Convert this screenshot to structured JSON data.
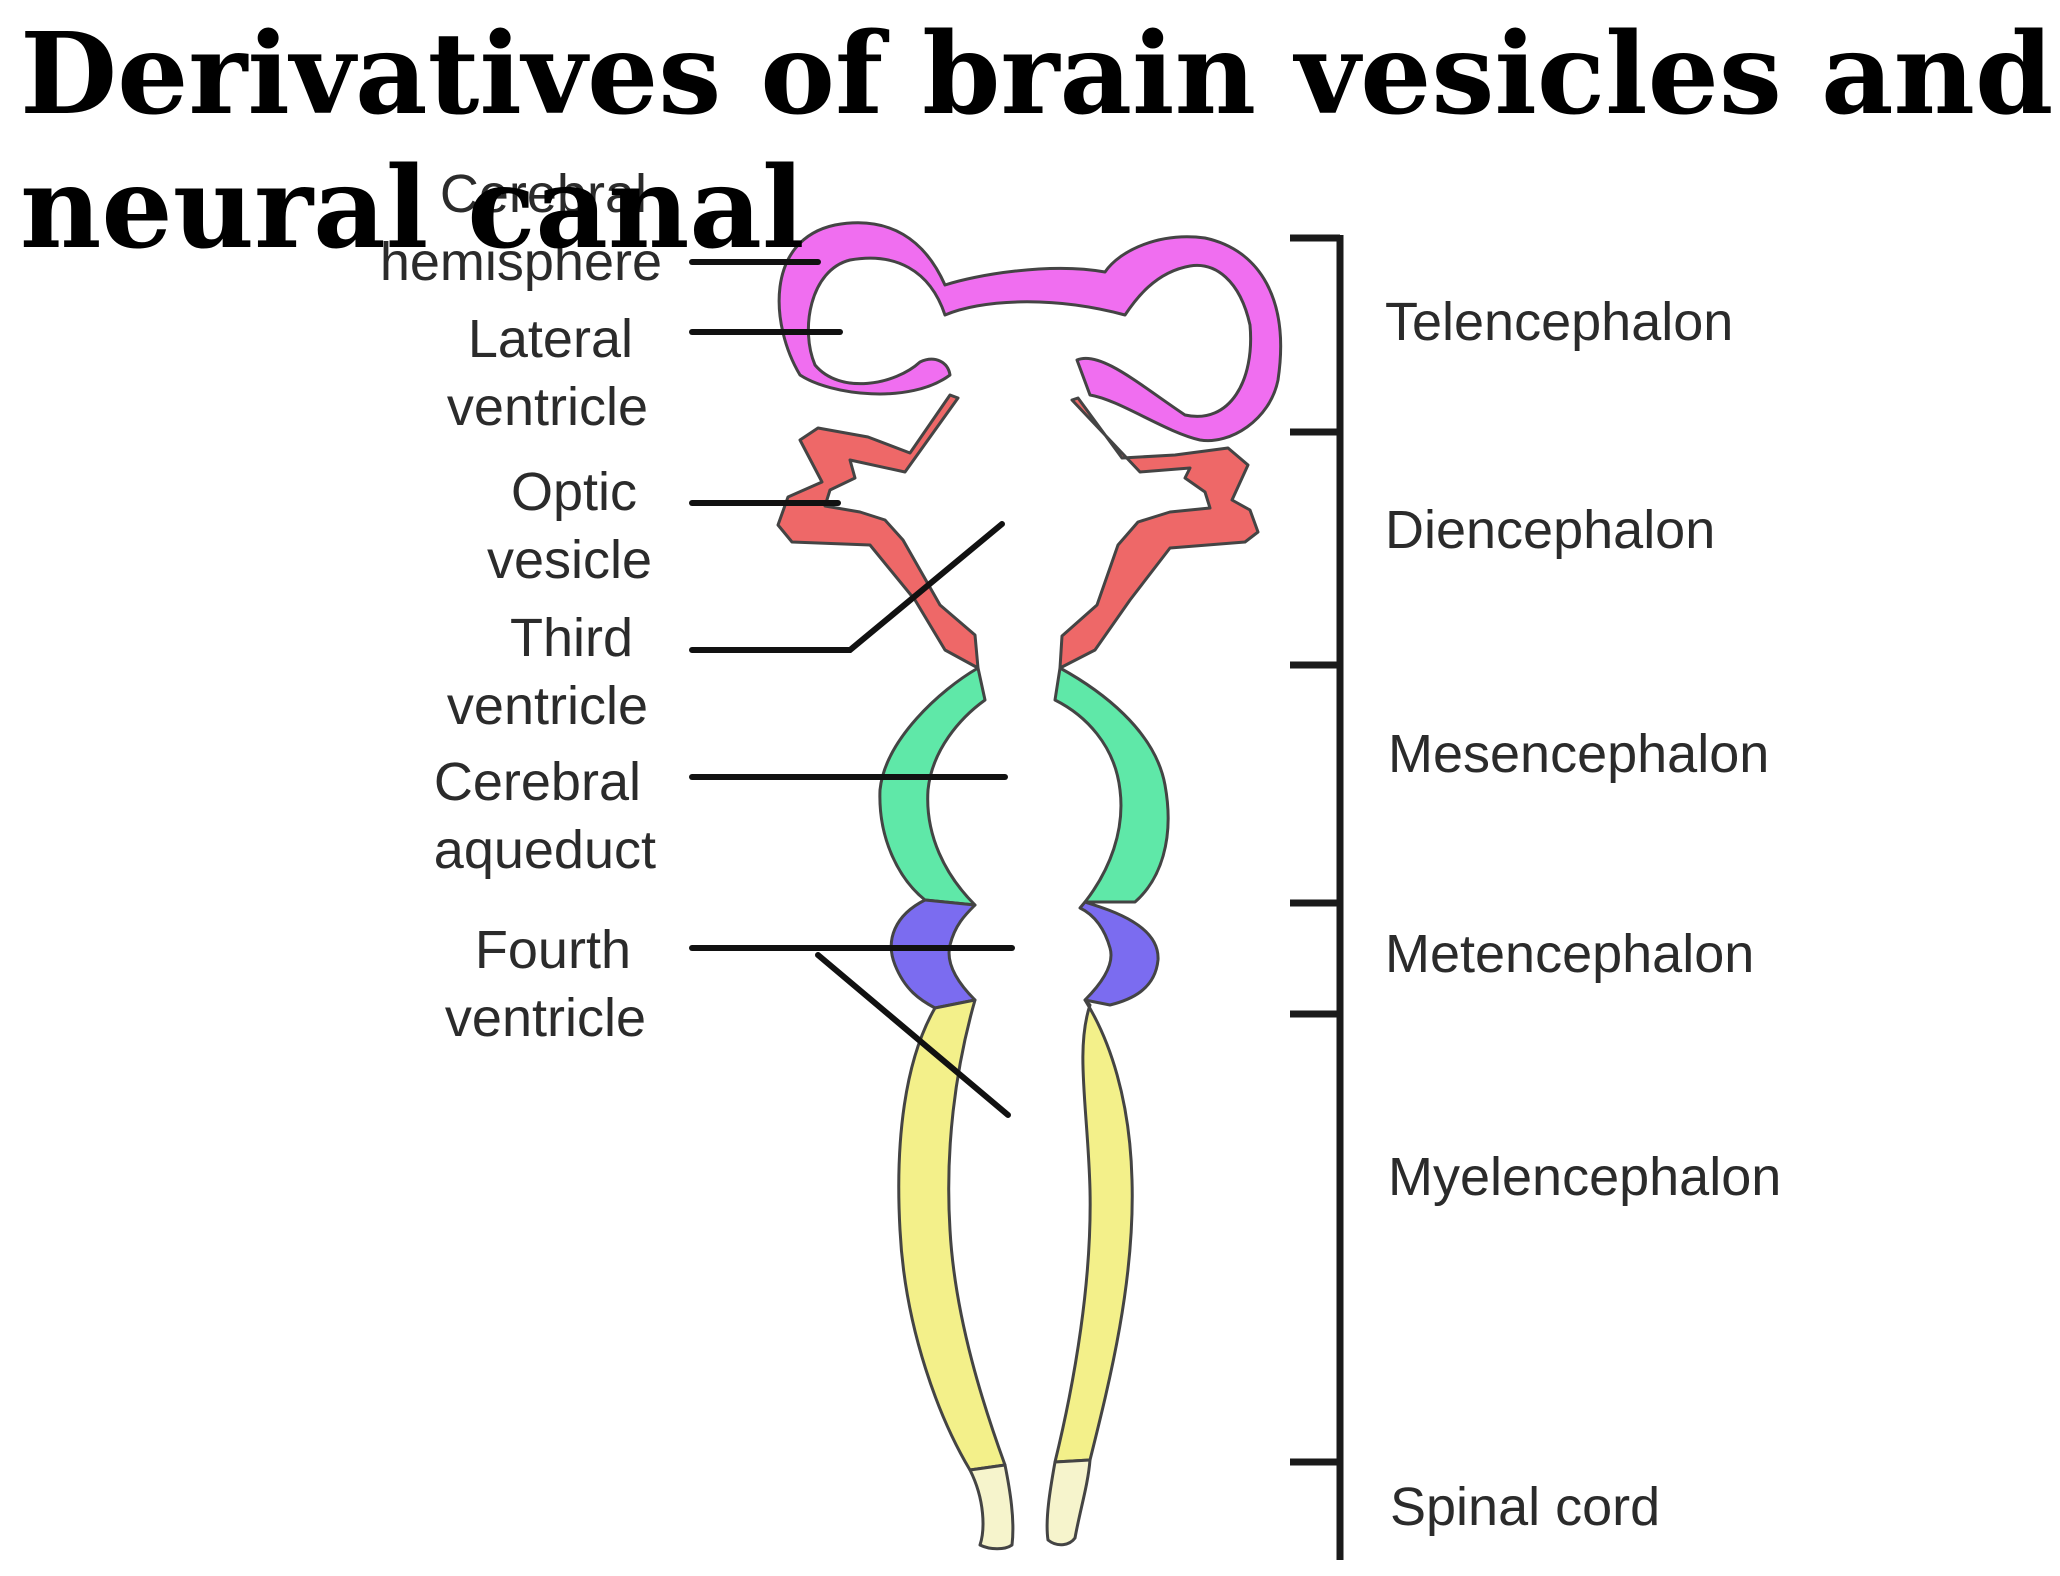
{
  "title": "Derivatives of brain vesicles and neural canal",
  "left_labels": [
    {
      "lines": [
        "Cerebral",
        "hemisphere"
      ]
    },
    {
      "lines": [
        "Lateral",
        "ventricle"
      ]
    },
    {
      "lines": [
        "Optic",
        "vesicle"
      ]
    },
    {
      "lines": [
        "Third",
        "ventricle"
      ]
    },
    {
      "lines": [
        "Cerebral",
        "aqueduct"
      ]
    },
    {
      "lines": [
        "Fourth",
        "ventricle"
      ]
    }
  ],
  "right_labels": [
    "Telencephalon",
    "Diencephalon",
    "Mesencephalon",
    "Metencephalon",
    "Myelencephalon",
    "Spinal cord"
  ],
  "colors": {
    "telencephalon": "#f06ef0",
    "diencephalon": "#ee6868",
    "mesencephalon": "#5fe8a8",
    "metencephalon": "#7b6cf0",
    "myelencephalon": "#f3f08a",
    "spinal_cord": "#f6f4cc",
    "outline": "#444444"
  }
}
